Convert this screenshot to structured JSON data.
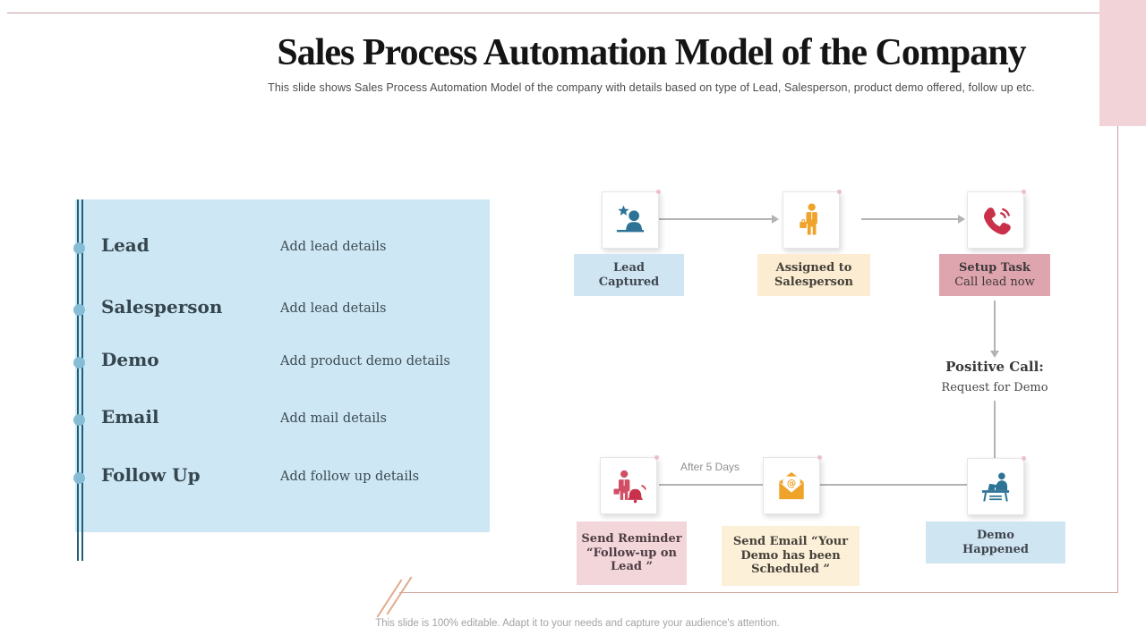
{
  "slide": {
    "title": "Sales Process Automation Model of the Company",
    "subtitle": "This slide shows Sales Process Automation Model of the company with details based on type of Lead, Salesperson, product demo offered, follow up etc.",
    "footer_note": "This slide is 100% editable.  Adapt it to your needs and capture your audience's attention."
  },
  "details_panel": {
    "rows": [
      {
        "label": "Lead",
        "value": "Add lead details"
      },
      {
        "label": "Salesperson",
        "value": "Add lead details"
      },
      {
        "label": "Demo",
        "value": "Add product demo details"
      },
      {
        "label": "Email",
        "value": "Add mail details"
      },
      {
        "label": "Follow Up",
        "value": "Add follow up details"
      }
    ]
  },
  "flow": {
    "after_label": "After 5 Days",
    "nodes": {
      "lead_captured": {
        "lines": [
          "Lead",
          "Captured"
        ],
        "box_color": "#cfe6f2",
        "icon_color": "#2d7396"
      },
      "assigned_salesperson": {
        "lines": [
          "Assigned to",
          "Salesperson"
        ],
        "box_color": "#fbecd2",
        "icon_color": "#f0a32a"
      },
      "setup_task": {
        "title": "Setup Task",
        "subtitle": "Call lead now",
        "box_color": "#dfa5ae",
        "icon_color": "#c9314b"
      },
      "positive_call": {
        "title": "Positive Call:",
        "subtitle": "Request  for Demo"
      },
      "send_reminder": {
        "lines": [
          "Send Reminder",
          "“Follow-up  on",
          "Lead ”"
        ],
        "box_color": "#f3d6da",
        "icon_color": "#c9314b"
      },
      "send_email": {
        "lines": [
          "Send Email “Your",
          "Demo has been",
          "Scheduled ”"
        ],
        "box_color": "#fdf0d8",
        "icon_color": "#f0a32a"
      },
      "demo_happened": {
        "lines": [
          "Demo",
          "Happened"
        ],
        "box_color": "#cfe6f2",
        "icon_color": "#2d7396"
      }
    }
  },
  "colors": {
    "panel_bg": "#cde8f4",
    "panel_line": "#1f6078",
    "corner_block": "#f2d3d8",
    "frame_line": "#c79da0",
    "slash": "#e2ab8e",
    "connector": "#b3b3b3"
  }
}
